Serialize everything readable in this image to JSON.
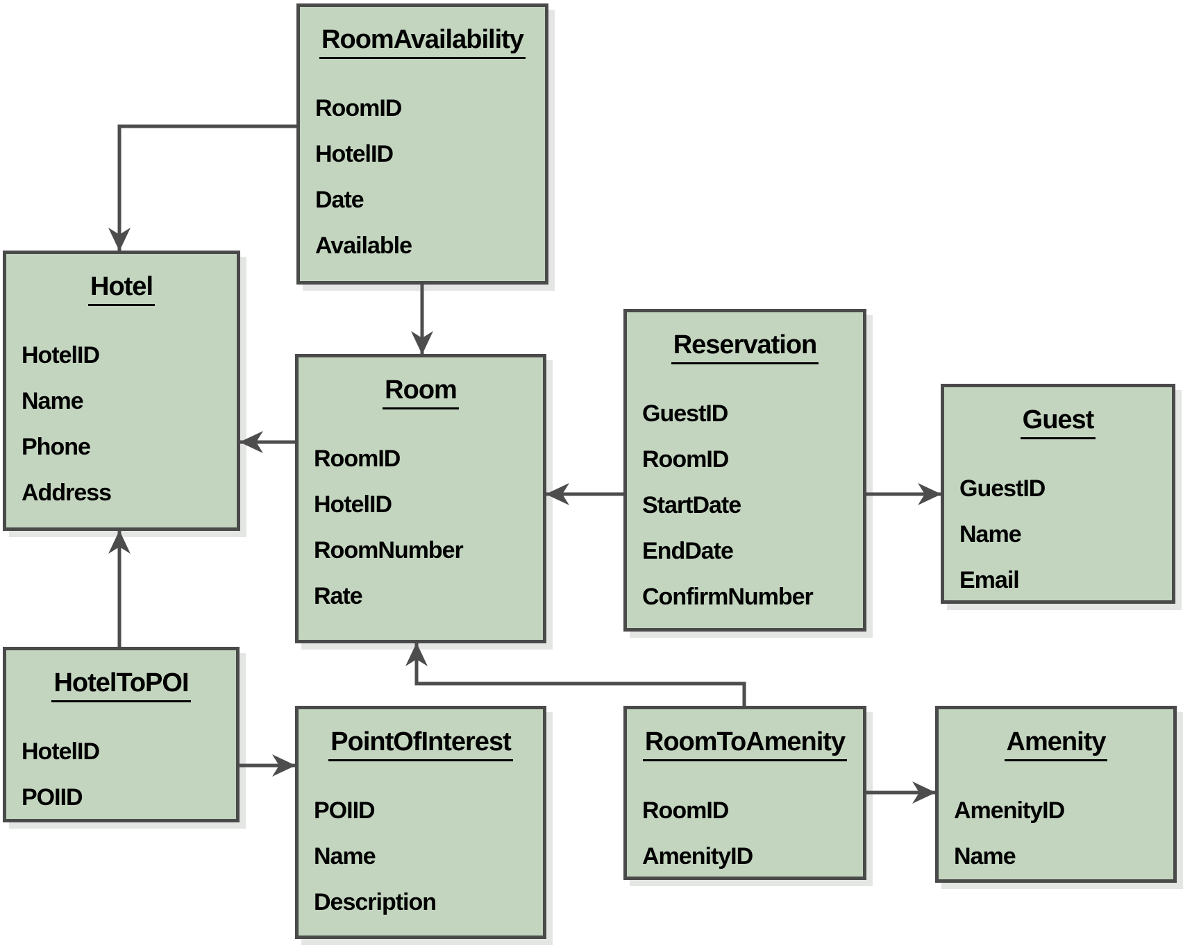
{
  "diagram_type": "entity-relationship-diagram",
  "colors": {
    "box_fill": "#c3d5bf",
    "box_border": "#4a4a4a",
    "connector": "#4d4d4d",
    "shadow": "#e4e6e4",
    "text": "#000000",
    "background": "#ffffff"
  },
  "entities": {
    "room_availability": {
      "title": "RoomAvailability",
      "fields": [
        "RoomID",
        "HotelID",
        "Date",
        "Available"
      ]
    },
    "hotel": {
      "title": "Hotel",
      "fields": [
        "HotelID",
        "Name",
        "Phone",
        "Address"
      ]
    },
    "room": {
      "title": "Room",
      "fields": [
        "RoomID",
        "HotelID",
        "RoomNumber",
        "Rate"
      ]
    },
    "reservation": {
      "title": "Reservation",
      "fields": [
        "GuestID",
        "RoomID",
        "StartDate",
        "EndDate",
        "ConfirmNumber"
      ]
    },
    "guest": {
      "title": "Guest",
      "fields": [
        "GuestID",
        "Name",
        "Email"
      ]
    },
    "hotel_to_poi": {
      "title": "HotelToPOI",
      "fields": [
        "HotelID",
        "POIID"
      ]
    },
    "point_of_interest": {
      "title": "PointOfInterest",
      "fields": [
        "POIID",
        "Name",
        "Description"
      ]
    },
    "room_to_amenity": {
      "title": "RoomToAmenity",
      "fields": [
        "RoomID",
        "AmenityID"
      ]
    },
    "amenity": {
      "title": "Amenity",
      "fields": [
        "AmenityID",
        "Name"
      ]
    }
  },
  "relationships": [
    {
      "from": "RoomAvailability",
      "to": "Hotel"
    },
    {
      "from": "RoomAvailability",
      "to": "Room"
    },
    {
      "from": "Room",
      "to": "Hotel"
    },
    {
      "from": "Reservation",
      "to": "Room"
    },
    {
      "from": "Reservation",
      "to": "Guest"
    },
    {
      "from": "HotelToPOI",
      "to": "Hotel"
    },
    {
      "from": "HotelToPOI",
      "to": "PointOfInterest"
    },
    {
      "from": "RoomToAmenity",
      "to": "Room"
    },
    {
      "from": "RoomToAmenity",
      "to": "Amenity"
    }
  ]
}
